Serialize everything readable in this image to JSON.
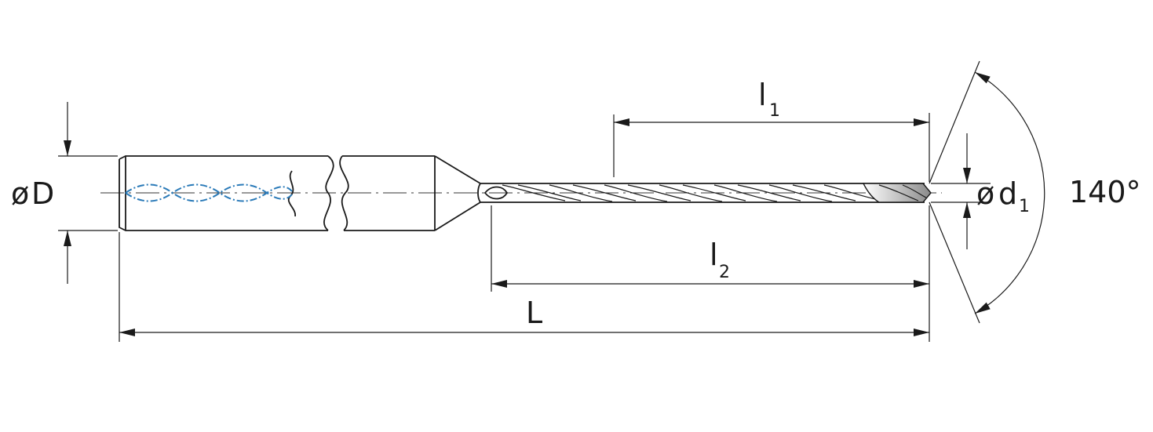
{
  "labels": {
    "shank_diameter": "D",
    "tip_diameter": "d",
    "tip_diameter_sub": "1",
    "flute_length": "l",
    "flute_length_sub": "1",
    "body_length": "l",
    "body_length_sub": "2",
    "overall_length": "L",
    "point_angle": "140°",
    "diameter_symbol": "ø"
  },
  "colors": {
    "line": "#1a1a1a",
    "coolant_channel": "#2a7ab8",
    "tip_shading": "#9a9a9a"
  }
}
